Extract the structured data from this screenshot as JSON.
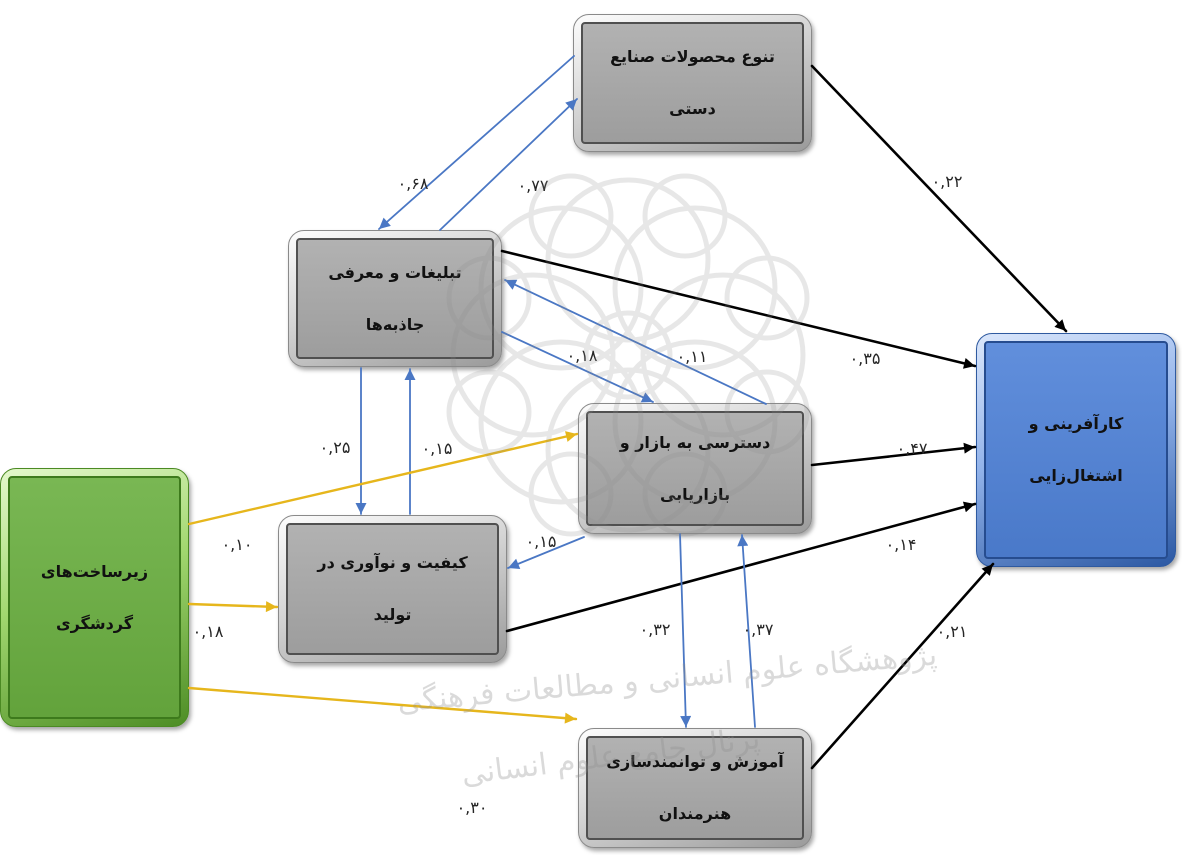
{
  "nodes": {
    "crafts": {
      "line1": "تنوع محصولات صنایع",
      "line2": "دستی",
      "fill": "#a9a9a9"
    },
    "promotion": {
      "line1": "تبلیغات و معرفی",
      "line2": "جاذبه‌ها",
      "fill": "#a9a9a9"
    },
    "market": {
      "line1": "دسترسی به بازار و",
      "line2": "بازاریابی",
      "fill": "#a9a9a9"
    },
    "quality": {
      "line1": "کیفیت و نوآوری در",
      "line2": "تولید",
      "fill": "#a9a9a9"
    },
    "training": {
      "line1": "آموزش و توانمندسازی",
      "line2": "هنرمندان",
      "fill": "#a9a9a9"
    },
    "infrastructure": {
      "line1": "زیرساخت‌های",
      "line2": "گردشگری",
      "fill": "#6aaf40"
    },
    "entrepreneurship": {
      "line1": "کارآفرینی و",
      "line2": "اشتغال‌زایی",
      "fill": "#4f82d8"
    }
  },
  "edges": {
    "crafts_to_promotion": {
      "label": "۰,۶۸",
      "color": "#4a77c4"
    },
    "promotion_to_crafts": {
      "label": "۰,۷۷",
      "color": "#4a77c4"
    },
    "crafts_to_entrepreneurship": {
      "label": "۰,۲۲",
      "color": "#000000"
    },
    "promotion_to_entrepreneurship": {
      "label": "۰,۳۵",
      "color": "#000000"
    },
    "promotion_to_market": {
      "label": "۰,۱۸",
      "color": "#4a77c4"
    },
    "market_to_promotion": {
      "label": "۰,۱۱",
      "color": "#4a77c4"
    },
    "promotion_to_quality": {
      "label": "۰,۲۵",
      "color": "#4a77c4"
    },
    "quality_to_promotion": {
      "label": "۰,۱۵",
      "color": "#4a77c4"
    },
    "market_to_entrepreneurship": {
      "label": "۰,۴۷",
      "color": "#000000"
    },
    "infrastructure_to_market": {
      "label": "۰,۱۰",
      "color": "#e6b61c"
    },
    "market_to_quality": {
      "label": "۰,۱۵",
      "color": "#4a77c4"
    },
    "quality_to_entrepreneurship": {
      "label": "۰,۱۴",
      "color": "#000000"
    },
    "infrastructure_to_quality": {
      "label": "۰,۱۸",
      "color": "#e6b61c"
    },
    "market_to_training": {
      "label": "۰,۳۲",
      "color": "#4a77c4"
    },
    "training_to_market": {
      "label": "۰,۳۷",
      "color": "#4a77c4"
    },
    "training_to_entrepreneurship": {
      "label": "۰,۲۱",
      "color": "#000000"
    },
    "infrastructure_to_training": {
      "label": "۰,۳۰",
      "color": "#e6b61c"
    }
  },
  "watermark": {
    "line1": "پژوهشگاه علوم انسانی و مطالعات فرهنگی",
    "line2": "پرتال جامع علوم انسانی"
  }
}
